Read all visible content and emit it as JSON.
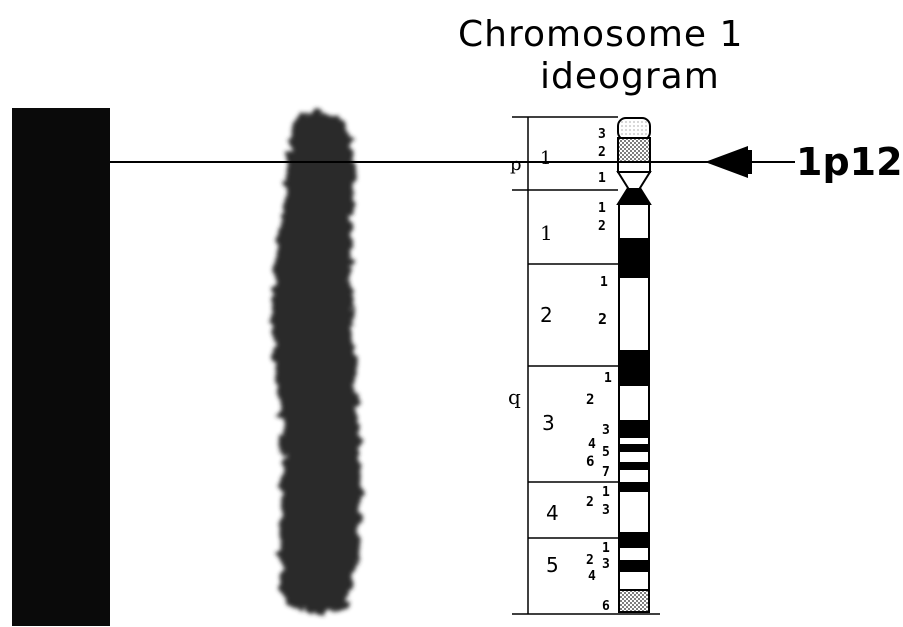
{
  "title": {
    "line1": "Chromosome 1",
    "line2": "ideogram"
  },
  "locus_label": "1p12",
  "arms": {
    "p": "p",
    "q": "q"
  },
  "p_region": "1",
  "p_bands": [
    "3",
    "2",
    "1"
  ],
  "q_regions": [
    {
      "region": "1",
      "sub": [
        "1",
        "2"
      ]
    },
    {
      "region": "2",
      "sub": [
        "1",
        "2"
      ]
    },
    {
      "region": "3",
      "sub": [
        "1",
        "2",
        "3",
        "4",
        "5",
        "6",
        "7"
      ]
    },
    {
      "region": "4",
      "sub": [
        "2",
        "1",
        "3"
      ]
    },
    {
      "region": "5",
      "sub": [
        "2",
        "1",
        "3",
        "4",
        "6"
      ]
    }
  ]
}
